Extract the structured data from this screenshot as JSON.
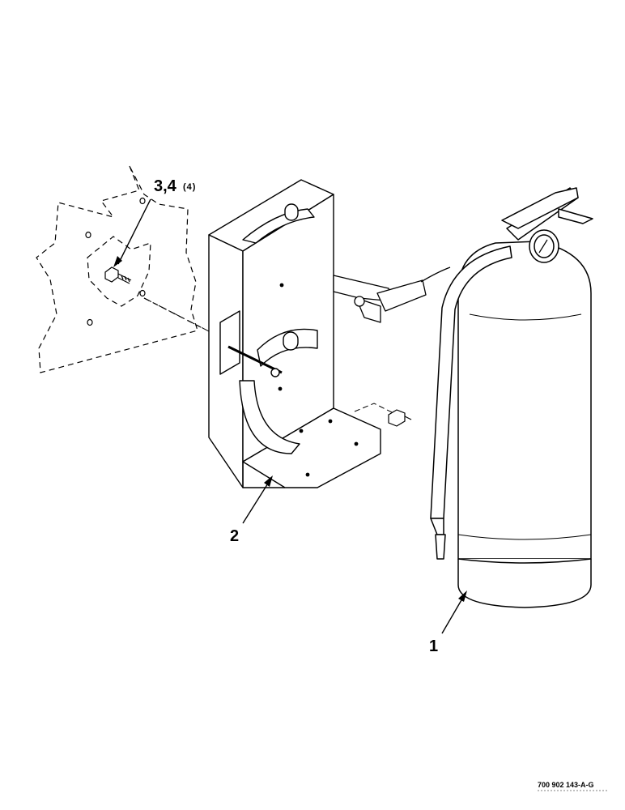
{
  "callouts": {
    "fasteners_label": "3,4",
    "fasteners_qty": "(4)",
    "bracket_label": "2",
    "extinguisher_label": "1"
  },
  "drawing_reference": "700 902 143-A-G",
  "colors": {
    "ink": "#000000",
    "paper": "#ffffff"
  }
}
